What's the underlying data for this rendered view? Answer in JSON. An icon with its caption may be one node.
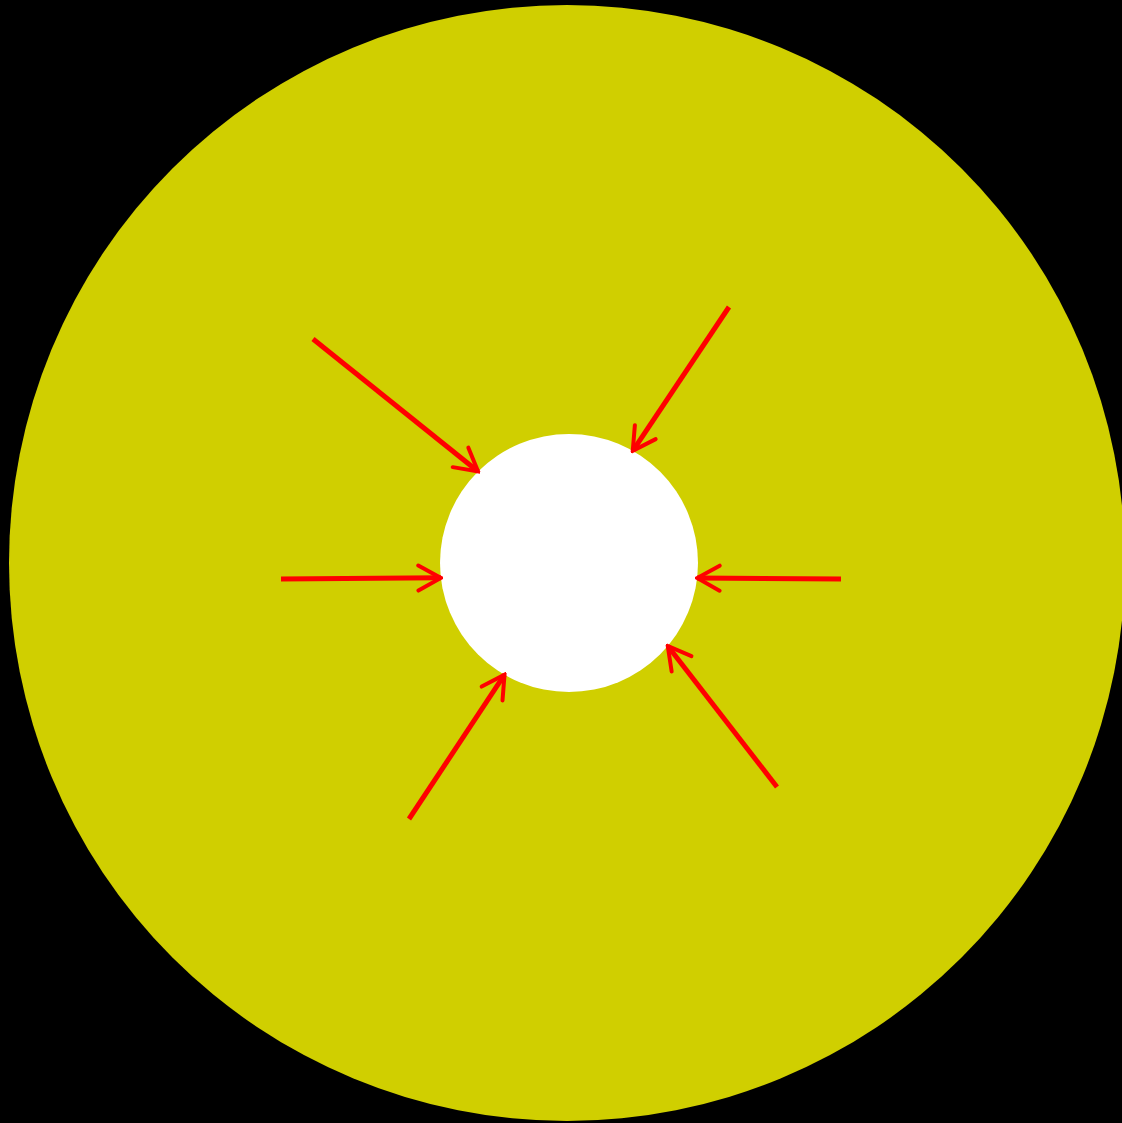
{
  "diagram": {
    "nodes": [
      {
        "text": [],
        "shape": "circle"
      },
      {
        "text": [],
        "shape": "circle",
        "in": 0
      }
    ],
    "edges": [
      {
        "from": null,
        "to": 1,
        "arrow": "to"
      },
      {
        "from": null,
        "to": 1,
        "arrow": "to"
      },
      {
        "from": null,
        "to": 1,
        "arrow": "to"
      },
      {
        "from": null,
        "to": 1,
        "arrow": "to"
      },
      {
        "from": null,
        "to": 1,
        "arrow": "to"
      },
      {
        "from": null,
        "to": 1,
        "arrow": "to"
      }
    ]
  }
}
